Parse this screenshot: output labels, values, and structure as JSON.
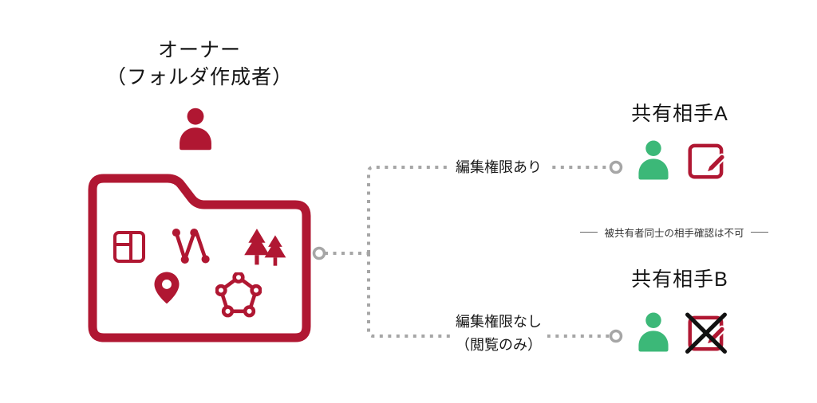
{
  "owner": {
    "title_line1": "オーナー",
    "title_line2": "（フォルダ作成者）"
  },
  "branch_edit": {
    "label": "編集権限あり",
    "partner_title": "共有相手A"
  },
  "branch_view": {
    "label_line1": "編集権限なし",
    "label_line2": "（閲覧のみ）",
    "partner_title": "共有相手B"
  },
  "note": {
    "text": "被共有者同士の相手確認は不可"
  },
  "colors": {
    "crimson": "#B01732",
    "green": "#3CB878",
    "connector_gray": "#A6A6A6",
    "cross_black": "#111111"
  },
  "icons": {
    "owner_icon": "person-icon",
    "partner_a_icons": [
      "person-icon",
      "document-edit-icon"
    ],
    "partner_b_icons": [
      "person-icon",
      "document-edit-blocked-icon"
    ],
    "folder_content_icons": [
      "layout-grid-icon",
      "network-graph-icon",
      "pine-trees-icon",
      "map-pin-icon",
      "pentagon-graph-icon"
    ]
  }
}
